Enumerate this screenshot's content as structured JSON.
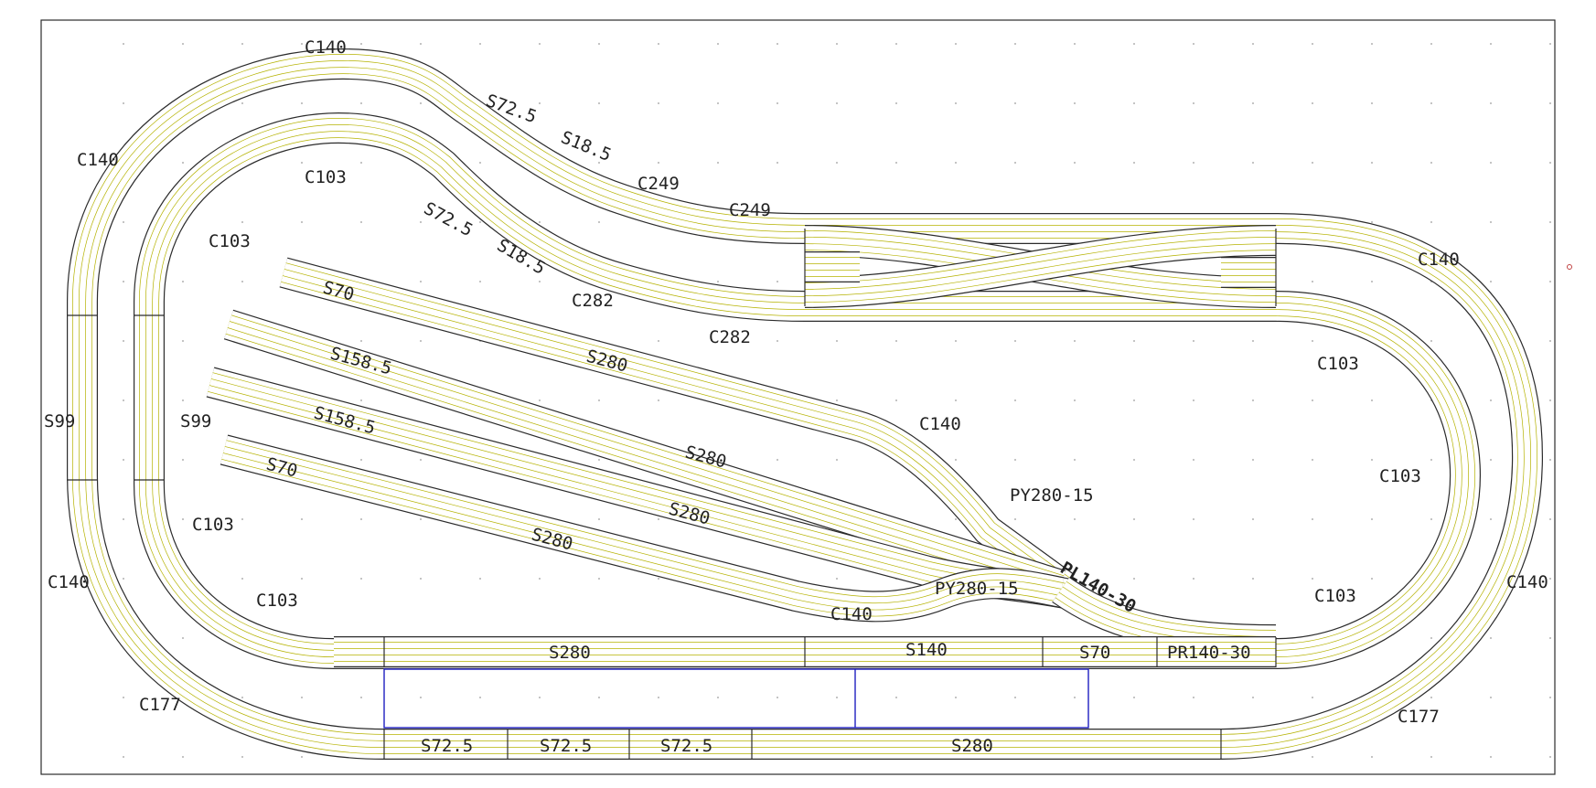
{
  "colors": {
    "rail": "#b5b200",
    "outline": "#2b2b2b",
    "platform": "#2020c0",
    "background": "#ffffff"
  },
  "labels": {
    "c140_top": "C140",
    "c140_left": "C140",
    "c140_left_low": "C140",
    "c140_right": "C140",
    "c140_right_low": "C140",
    "c140_mid": "C140",
    "c140_bottom": "C140",
    "c103_top": "C103",
    "c103_left": "C103",
    "c103_left_low": "C103",
    "c103_left_bottom": "C103",
    "c103_right_top": "C103",
    "c103_right_mid": "C103",
    "c103_right_low": "C103",
    "s72_top": "S72.5",
    "s18_top": "S18.5",
    "s72_inner": "S72.5",
    "s18_inner": "S18.5",
    "c249_a": "C249",
    "c249_b": "C249",
    "c282_a": "C282",
    "c282_b": "C282",
    "s99_outer": "S99",
    "s99_inner": "S99",
    "s70_a": "S70",
    "s70_b": "S70",
    "s70_c": "S70",
    "s158_a": "S158.5",
    "s158_b": "S158.5",
    "s280_a": "S280",
    "s280_b": "S280",
    "s280_c": "S280",
    "s280_d": "S280",
    "s280_e": "S280",
    "s280_f": "S280",
    "s140": "S140",
    "py280_a": "PY280-15",
    "py280_b": "PY280-15",
    "pl140": "PL140-30",
    "pr140": "PR140-30",
    "c177_left": "C177",
    "c177_right": "C177",
    "s72_b1": "S72.5",
    "s72_b2": "S72.5",
    "s72_b3": "S72.5"
  }
}
